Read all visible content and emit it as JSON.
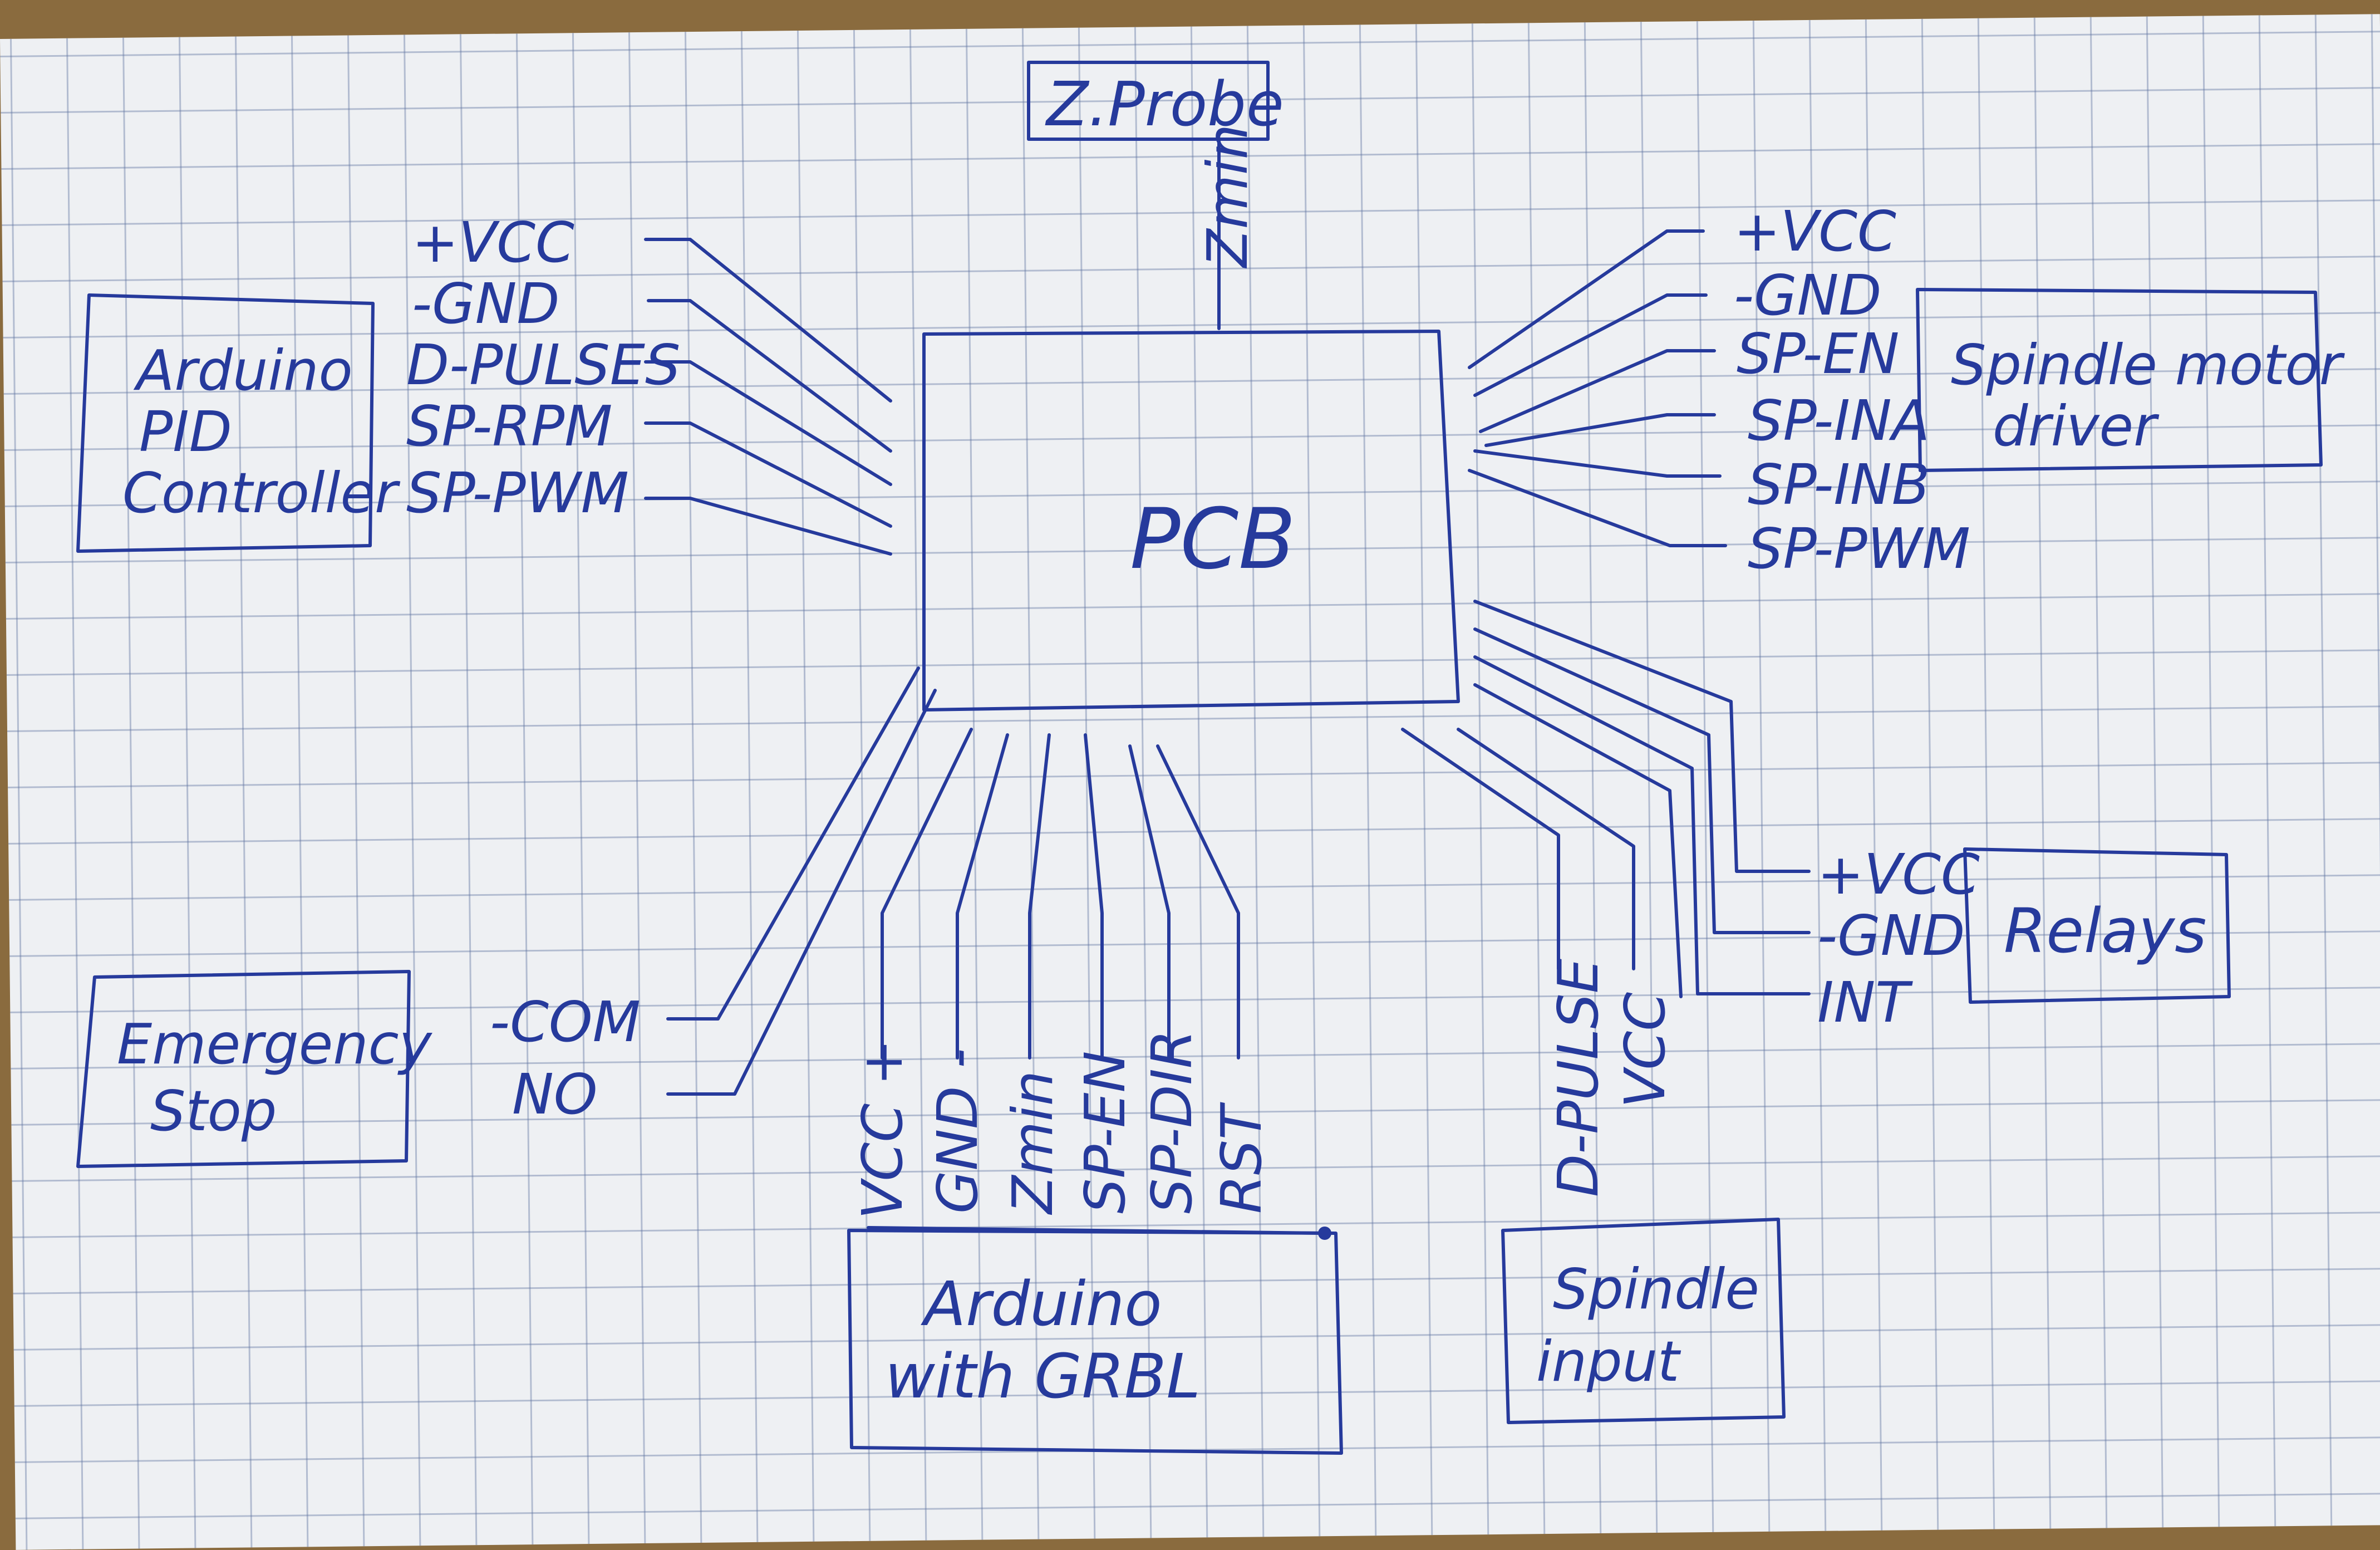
{
  "diagram": {
    "title": "",
    "ink_color": "#263a9c",
    "center": {
      "label": "PCB"
    },
    "z_probe": {
      "label": "Z.Probe",
      "wire": "Zmin"
    },
    "arduino_pid": {
      "lines": [
        "Arduino",
        "PID",
        "Controller"
      ],
      "pins": [
        "+VCC",
        "-GND",
        "D-PULSES",
        "SP-RPM",
        "SP-PWM"
      ]
    },
    "spindle_driver": {
      "lines": [
        "Spindle motor",
        "driver"
      ],
      "pins": [
        "+VCC",
        "-GND",
        "SP-EN",
        "SP-INA",
        "SP-INB",
        "SP-PWM"
      ]
    },
    "relays": {
      "label": "Relays",
      "pins": [
        "+VCC",
        "-GND",
        "INT"
      ]
    },
    "emergency_stop": {
      "lines": [
        "Emergency",
        "Stop"
      ],
      "pins": [
        "-COM",
        "NO"
      ]
    },
    "arduino_grbl": {
      "lines": [
        "Arduino",
        "with GRBL"
      ],
      "pins": [
        "VCC +",
        "GND -",
        "Zmin",
        "SP-EN",
        "SP-DIR",
        "RST"
      ]
    },
    "spindle_input": {
      "lines": [
        "Spindle",
        "input"
      ],
      "pins": [
        "D-PULSE",
        "VCC"
      ]
    }
  }
}
